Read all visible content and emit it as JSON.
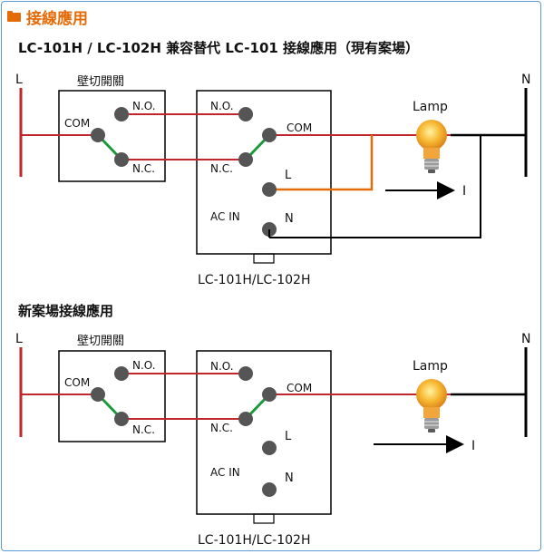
{
  "header": {
    "title": "接線應用"
  },
  "colors": {
    "accent": "#e36c09",
    "red_wire": "#c0272d",
    "orange_wire": "#e36c09",
    "green_link": "#1a9a3a",
    "terminal": "#555555",
    "black_wire": "#000000"
  },
  "diagram1": {
    "title": "LC-101H / LC-102H 兼容替代 LC-101 接線應用（現有案場）",
    "line_label": "L",
    "neutral_label": "N",
    "wall_switch_label": "壁切開關",
    "wall_com": "COM",
    "wall_no": "N.O.",
    "wall_nc": "N.C.",
    "dev_no": "N.O.",
    "dev_com": "COM",
    "dev_nc": "N.C.",
    "dev_l": "L",
    "dev_acin": "AC IN",
    "dev_n": "N",
    "device_label": "LC-101H/LC-102H",
    "lamp_label": "Lamp",
    "current_label": "I"
  },
  "diagram2": {
    "title": "新案場接線應用",
    "line_label": "L",
    "neutral_label": "N",
    "wall_switch_label": "壁切開關",
    "wall_com": "COM",
    "wall_no": "N.O.",
    "wall_nc": "N.C.",
    "dev_no": "N.O.",
    "dev_com": "COM",
    "dev_nc": "N.C.",
    "dev_l": "L",
    "dev_acin": "AC IN",
    "dev_n": "N",
    "device_label": "LC-101H/LC-102H",
    "lamp_label": "Lamp",
    "current_label": "I"
  }
}
